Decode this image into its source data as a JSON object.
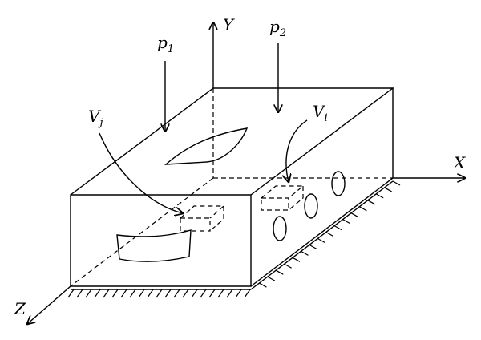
{
  "labels": {
    "y_axis": "Y",
    "x_axis": "X",
    "z_axis": "Z",
    "load_1": {
      "base": "p",
      "sub": "1"
    },
    "load_2": {
      "base": "p",
      "sub": "2"
    },
    "volume_j": {
      "base": "V",
      "sub": "j"
    },
    "volume_i": {
      "base": "V",
      "sub": "i"
    }
  }
}
